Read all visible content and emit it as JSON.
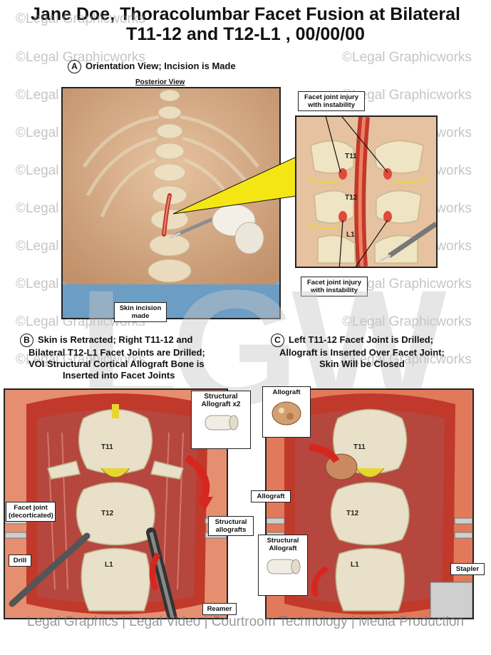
{
  "title": {
    "line1": "Jane Doe, Thoracolumbar Facet Fusion at Bilateral",
    "line2": "T11-12 and T12-L1 , 00/00/00"
  },
  "watermark": "©Legal Graphicworks",
  "big_watermark": "LGW",
  "panel_a": {
    "letter": "A",
    "heading": "Orientation View; Incision is Made",
    "subheading": "Posterior View",
    "callout_skin": "Skin incision made",
    "inset_callout_top": "Facet joint injury with instability",
    "inset_callout_bottom": "Facet joint injury with instability",
    "vertebra_labels": [
      "T11",
      "T12",
      "L1"
    ]
  },
  "panel_b": {
    "letter": "B",
    "heading_line1": "Skin is Retracted; Right T11-12 and",
    "heading_line2": "Bilateral T12-L1 Facet Joints are Drilled;",
    "heading_line3": "VOI Structural Cortical Allograft Bone is",
    "heading_line4": "Inserted into Facet Joints",
    "callout_structural": "Structural Allograft x2",
    "callout_facet": "Facet joint (decorticated)",
    "callout_allografts": "Structural allografts",
    "callout_drill": "Drill",
    "callout_reamer": "Reamer",
    "vertebra_labels": [
      "T11",
      "T12",
      "L1"
    ]
  },
  "panel_c": {
    "letter": "C",
    "heading_line1": "Left T11-12 Facet Joint is Drilled;",
    "heading_line2": "Allograft is Inserted Over Facet Joint;",
    "heading_line3": "Skin Will be Closed",
    "callout_allograft_top": "Allograft",
    "callout_allograft_mid": "Allograft",
    "callout_structural": "Structural Allograft",
    "callout_stapler": "Stapler",
    "vertebra_labels": [
      "T11",
      "T12",
      "L1"
    ]
  },
  "footer": "Legal Graphics | Legal Video | Courtroom Technology | Media Production",
  "colors": {
    "skin": "#d9b08c",
    "tissue_red": "#c0392b",
    "muscle": "#b5473f",
    "bone": "#e8e0c8",
    "background_blue": "#86b4d6"
  }
}
